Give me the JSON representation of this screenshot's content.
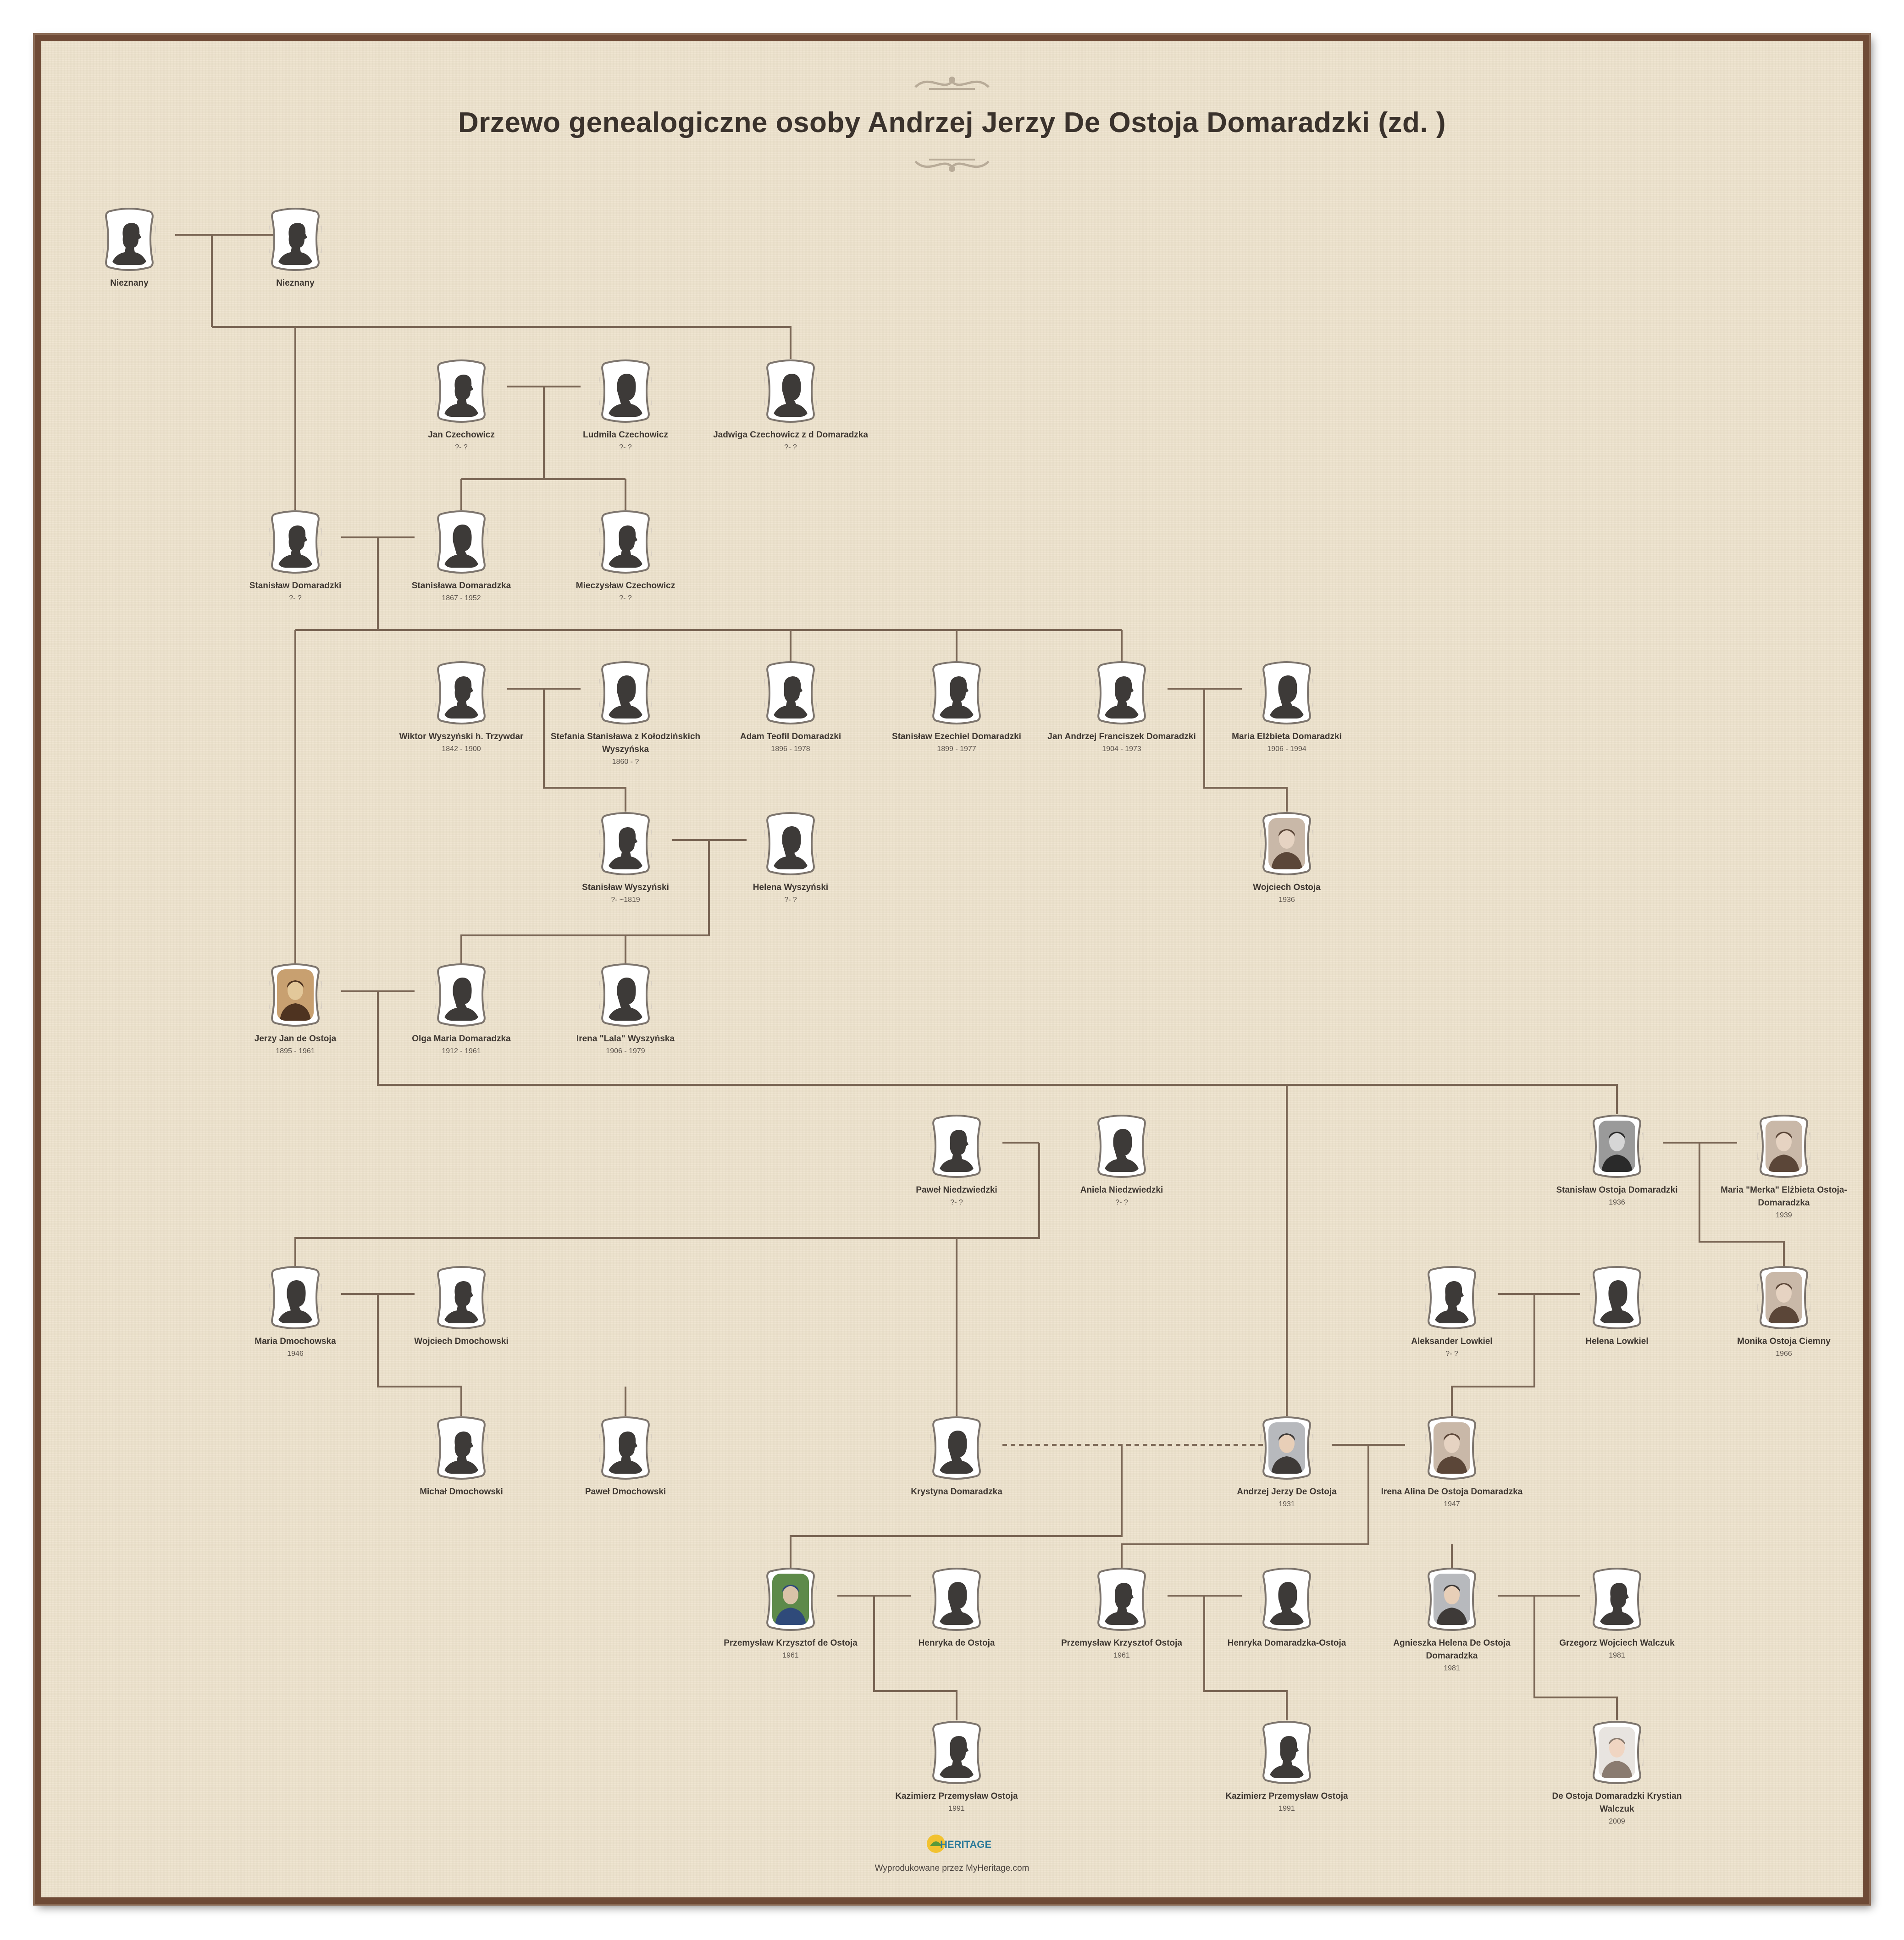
{
  "title": "Drzewo genealogiczne osoby Andrzej Jerzy De Ostoja Domaradzki (zd. )",
  "footer": "Wyprodukowane przez MyHeritage.com",
  "logo_text": "HERITAGE",
  "colors": {
    "background": "#ede2cc",
    "border": "#6e4a36",
    "line": "#7a6655",
    "silhouette": "#3d3a38",
    "text": "#3f3832"
  },
  "people": [
    {
      "id": "p1",
      "name": "Nieznany",
      "dates": "",
      "photo": "silhouette-man"
    },
    {
      "id": "p2",
      "name": "Nieznany",
      "dates": "",
      "photo": "silhouette-man"
    },
    {
      "id": "p3",
      "name": "Jan Czechowicz",
      "dates": "?- ?",
      "photo": "silhouette-man"
    },
    {
      "id": "p4",
      "name": "Ludmila Czechowicz",
      "dates": "?- ?",
      "photo": "silhouette-woman"
    },
    {
      "id": "p5",
      "name": "Jadwiga Czechowicz z d Domaradzka",
      "dates": "?- ?",
      "photo": "silhouette-woman"
    },
    {
      "id": "p6",
      "name": "Stanisław Domaradzki",
      "dates": "?- ?",
      "photo": "silhouette-man"
    },
    {
      "id": "p7",
      "name": "Stanisława Domaradzka",
      "dates": "1867 - 1952",
      "photo": "silhouette-woman"
    },
    {
      "id": "p8",
      "name": "Mieczysław Czechowicz",
      "dates": "?- ?",
      "photo": "silhouette-man"
    },
    {
      "id": "p9",
      "name": "Wiktor Wyszyński h. Trzywdar",
      "dates": "1842 - 1900",
      "photo": "silhouette-man"
    },
    {
      "id": "p10",
      "name": "Stefania Stanisława z Kołodzińskich Wyszyńska",
      "dates": "1860 - ?",
      "photo": "silhouette-woman"
    },
    {
      "id": "p11",
      "name": "Adam Teofil Domaradzki",
      "dates": "1896 - 1978",
      "photo": "silhouette-man"
    },
    {
      "id": "p12",
      "name": "Stanisław Ezechiel Domaradzki",
      "dates": "1899 - 1977",
      "photo": "silhouette-man"
    },
    {
      "id": "p13",
      "name": "Jan Andrzej Franciszek Domaradzki",
      "dates": "1904 - 1973",
      "photo": "silhouette-man"
    },
    {
      "id": "p14",
      "name": "Maria Elżbieta Domaradzki",
      "dates": "1906 - 1994",
      "photo": "silhouette-woman"
    },
    {
      "id": "p15",
      "name": "Stanisław Wyszyński",
      "dates": "?- ~1819",
      "photo": "silhouette-man"
    },
    {
      "id": "p16",
      "name": "Helena Wyszyński",
      "dates": "?- ?",
      "photo": "silhouette-woman"
    },
    {
      "id": "p17",
      "name": "Wojciech Ostoja",
      "dates": "1936",
      "photo": "photo"
    },
    {
      "id": "p18",
      "name": "Jerzy Jan de Ostoja",
      "dates": "1895 - 1961",
      "photo": "photo-sepia"
    },
    {
      "id": "p19",
      "name": "Olga Maria Domaradzka",
      "dates": "1912 - 1961",
      "photo": "silhouette-woman"
    },
    {
      "id": "p20",
      "name": "Irena \"Lala\" Wyszyńska",
      "dates": "1906 - 1979",
      "photo": "silhouette-woman"
    },
    {
      "id": "p21",
      "name": "Paweł Niedzwiedzki",
      "dates": "?- ?",
      "photo": "silhouette-man"
    },
    {
      "id": "p22",
      "name": "Aniela Niedzwiedzki",
      "dates": "?- ?",
      "photo": "silhouette-woman"
    },
    {
      "id": "p23",
      "name": "Stanisław Ostoja Domaradzki",
      "dates": "1936",
      "photo": "photo-bw"
    },
    {
      "id": "p24",
      "name": "Maria \"Merka\" Elżbieta Ostoja-Domaradzka",
      "dates": "1939",
      "photo": "photo"
    },
    {
      "id": "p25",
      "name": "Maria Dmochowska",
      "dates": "1946",
      "photo": "silhouette-woman"
    },
    {
      "id": "p26",
      "name": "Wojciech Dmochowski",
      "dates": "",
      "photo": "silhouette-man"
    },
    {
      "id": "p27",
      "name": "Aleksander Lowkiel",
      "dates": "?- ?",
      "photo": "silhouette-man"
    },
    {
      "id": "p28",
      "name": "Helena Lowkiel",
      "dates": "",
      "photo": "silhouette-woman"
    },
    {
      "id": "p29",
      "name": "Monika Ostoja Ciemny",
      "dates": "1966",
      "photo": "photo"
    },
    {
      "id": "p30",
      "name": "Michał Dmochowski",
      "dates": "",
      "photo": "silhouette-man"
    },
    {
      "id": "p31",
      "name": "Paweł Dmochowski",
      "dates": "",
      "photo": "silhouette-man"
    },
    {
      "id": "p32",
      "name": "Krystyna Domaradzka",
      "dates": "",
      "photo": "silhouette-woman"
    },
    {
      "id": "p33",
      "name": "Andrzej Jerzy De Ostoja",
      "dates": "1931",
      "photo": "photo-portrait"
    },
    {
      "id": "p34",
      "name": "Irena Alina De Ostoja Domaradzka",
      "dates": "1947",
      "photo": "photo"
    },
    {
      "id": "p35",
      "name": "Przemysław Krzysztof de Ostoja",
      "dates": "1961",
      "photo": "photo-green"
    },
    {
      "id": "p36",
      "name": "Henryka de Ostoja",
      "dates": "",
      "photo": "silhouette-woman"
    },
    {
      "id": "p37",
      "name": "Przemysław Krzysztof Ostoja",
      "dates": "1961",
      "photo": "silhouette-man"
    },
    {
      "id": "p38",
      "name": "Henryka Domaradzka-Ostoja",
      "dates": "",
      "photo": "silhouette-woman"
    },
    {
      "id": "p39",
      "name": "Agnieszka Helena De Ostoja Domaradzka",
      "dates": "1981",
      "photo": "photo-portrait"
    },
    {
      "id": "p40",
      "name": "Grzegorz Wojciech Walczuk",
      "dates": "1981",
      "photo": "silhouette-man"
    },
    {
      "id": "p41",
      "name": "Kazimierz Przemysław Ostoja",
      "dates": "1991",
      "photo": "silhouette-man"
    },
    {
      "id": "p42",
      "name": "Kazimierz Przemysław Ostoja",
      "dates": "1991",
      "photo": "silhouette-man"
    },
    {
      "id": "p43",
      "name": "De Ostoja Domaradzki Krystian Walczuk",
      "dates": "2009",
      "photo": "photo-child"
    }
  ]
}
